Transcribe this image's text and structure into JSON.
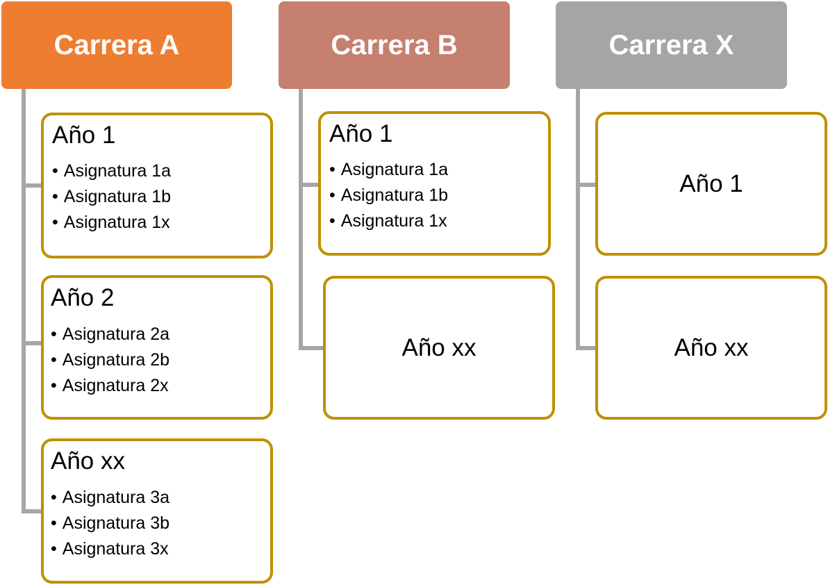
{
  "colors": {
    "carrera_a": "#ed7d31",
    "carrera_b": "#c58070",
    "carrera_x": "#a5a5a5",
    "card_border": "#bf9000",
    "connector": "#a6a6a6"
  },
  "columns": [
    {
      "header": "Carrera A",
      "years": [
        {
          "title": "Año 1",
          "items": [
            "Asignatura 1a",
            "Asignatura 1b",
            "Asignatura 1x"
          ]
        },
        {
          "title": "Año 2",
          "items": [
            "Asignatura 2a",
            "Asignatura 2b",
            "Asignatura 2x"
          ]
        },
        {
          "title": "Año xx",
          "items": [
            "Asignatura 3a",
            "Asignatura 3b",
            "Asignatura 3x"
          ]
        }
      ]
    },
    {
      "header": "Carrera B",
      "years": [
        {
          "title": "Año 1",
          "items": [
            "Asignatura 1a",
            "Asignatura 1b",
            "Asignatura 1x"
          ]
        },
        {
          "title": "Año xx"
        }
      ]
    },
    {
      "header": "Carrera X",
      "years": [
        {
          "title": "Año 1"
        },
        {
          "title": "Año xx"
        }
      ]
    }
  ]
}
